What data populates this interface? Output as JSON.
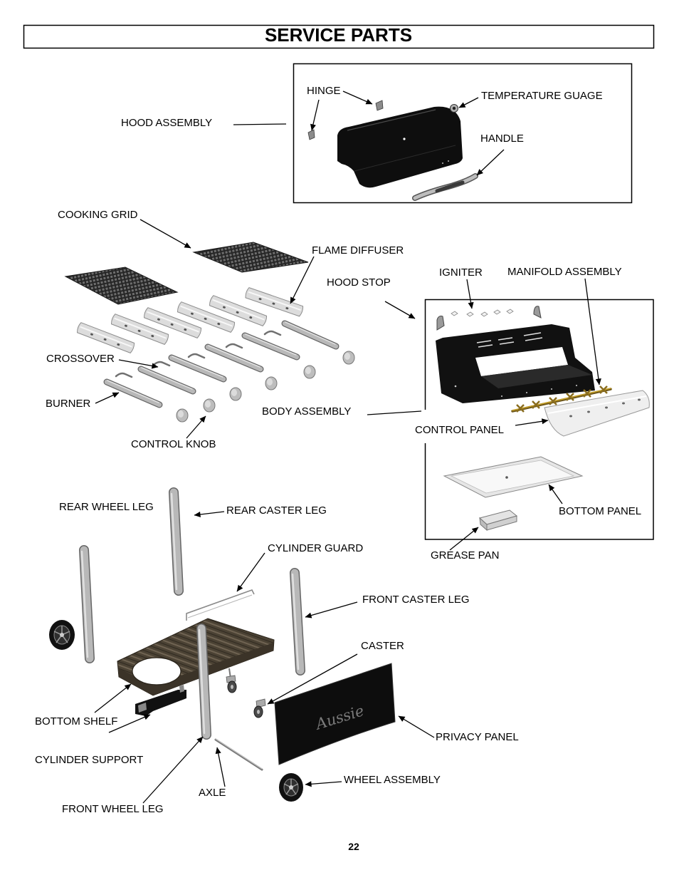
{
  "title": "SERVICE PARTS",
  "page_number": "22",
  "hood_assembly": {
    "label": "HOOD ASSEMBLY",
    "hinge": "HINGE",
    "temperature_gauge": "TEMPERATURE GUAGE",
    "handle": "HANDLE"
  },
  "cooking_components": {
    "cooking_grid": "COOKING GRID",
    "flame_diffuser": "FLAME DIFFUSER",
    "crossover": "CROSSOVER",
    "burner": "BURNER",
    "control_knob": "CONTROL KNOB"
  },
  "body_assembly": {
    "label": "BODY ASSEMBLY",
    "hood_stop": "HOOD STOP",
    "igniter": "IGNITER",
    "manifold_assembly": "MANIFOLD ASSEMBLY",
    "control_panel": "CONTROL PANEL",
    "bottom_panel": "BOTTOM PANEL",
    "grease_pan": "GREASE PAN"
  },
  "cart": {
    "rear_wheel_leg": "REAR WHEEL LEG",
    "rear_caster_leg": "REAR CASTER LEG",
    "cylinder_guard": "CYLINDER GUARD",
    "front_caster_leg": "FRONT CASTER LEG",
    "caster": "CASTER",
    "bottom_shelf": "BOTTOM SHELF",
    "privacy_panel": "PRIVACY PANEL",
    "privacy_panel_logo": "Aussie",
    "cylinder_support": "CYLINDER SUPPORT",
    "wheel_assembly": "WHEEL ASSEMBLY",
    "axle": "AXLE",
    "front_wheel_leg": "FRONT WHEEL LEG"
  }
}
